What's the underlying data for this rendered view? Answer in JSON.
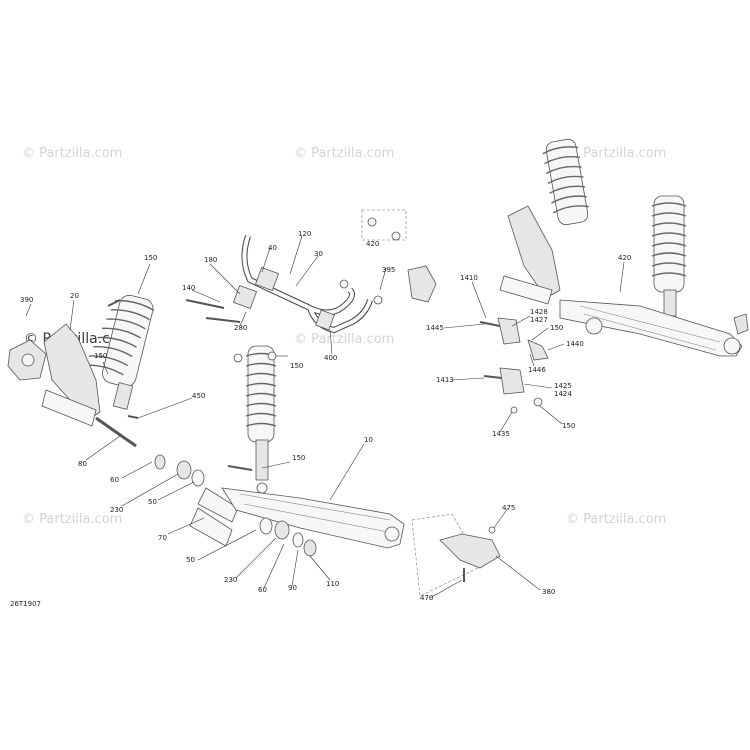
{
  "watermark": {
    "text": "© Partzilla.com",
    "overlay_text": "© Partzilla.com"
  },
  "diagram_code": "26T1907",
  "callouts": [
    "390",
    "20",
    "150",
    "150",
    "80",
    "60",
    "230",
    "50",
    "70",
    "450",
    "150",
    "150",
    "180",
    "140",
    "40",
    "120",
    "30",
    "280",
    "400",
    "420",
    "395",
    "10",
    "50",
    "230",
    "60",
    "90",
    "110",
    "1410",
    "1445",
    "1428",
    "1427",
    "150",
    "1440",
    "1446",
    "1413",
    "1425",
    "1424",
    "1435",
    "150",
    "420",
    "475",
    "380",
    "470"
  ]
}
